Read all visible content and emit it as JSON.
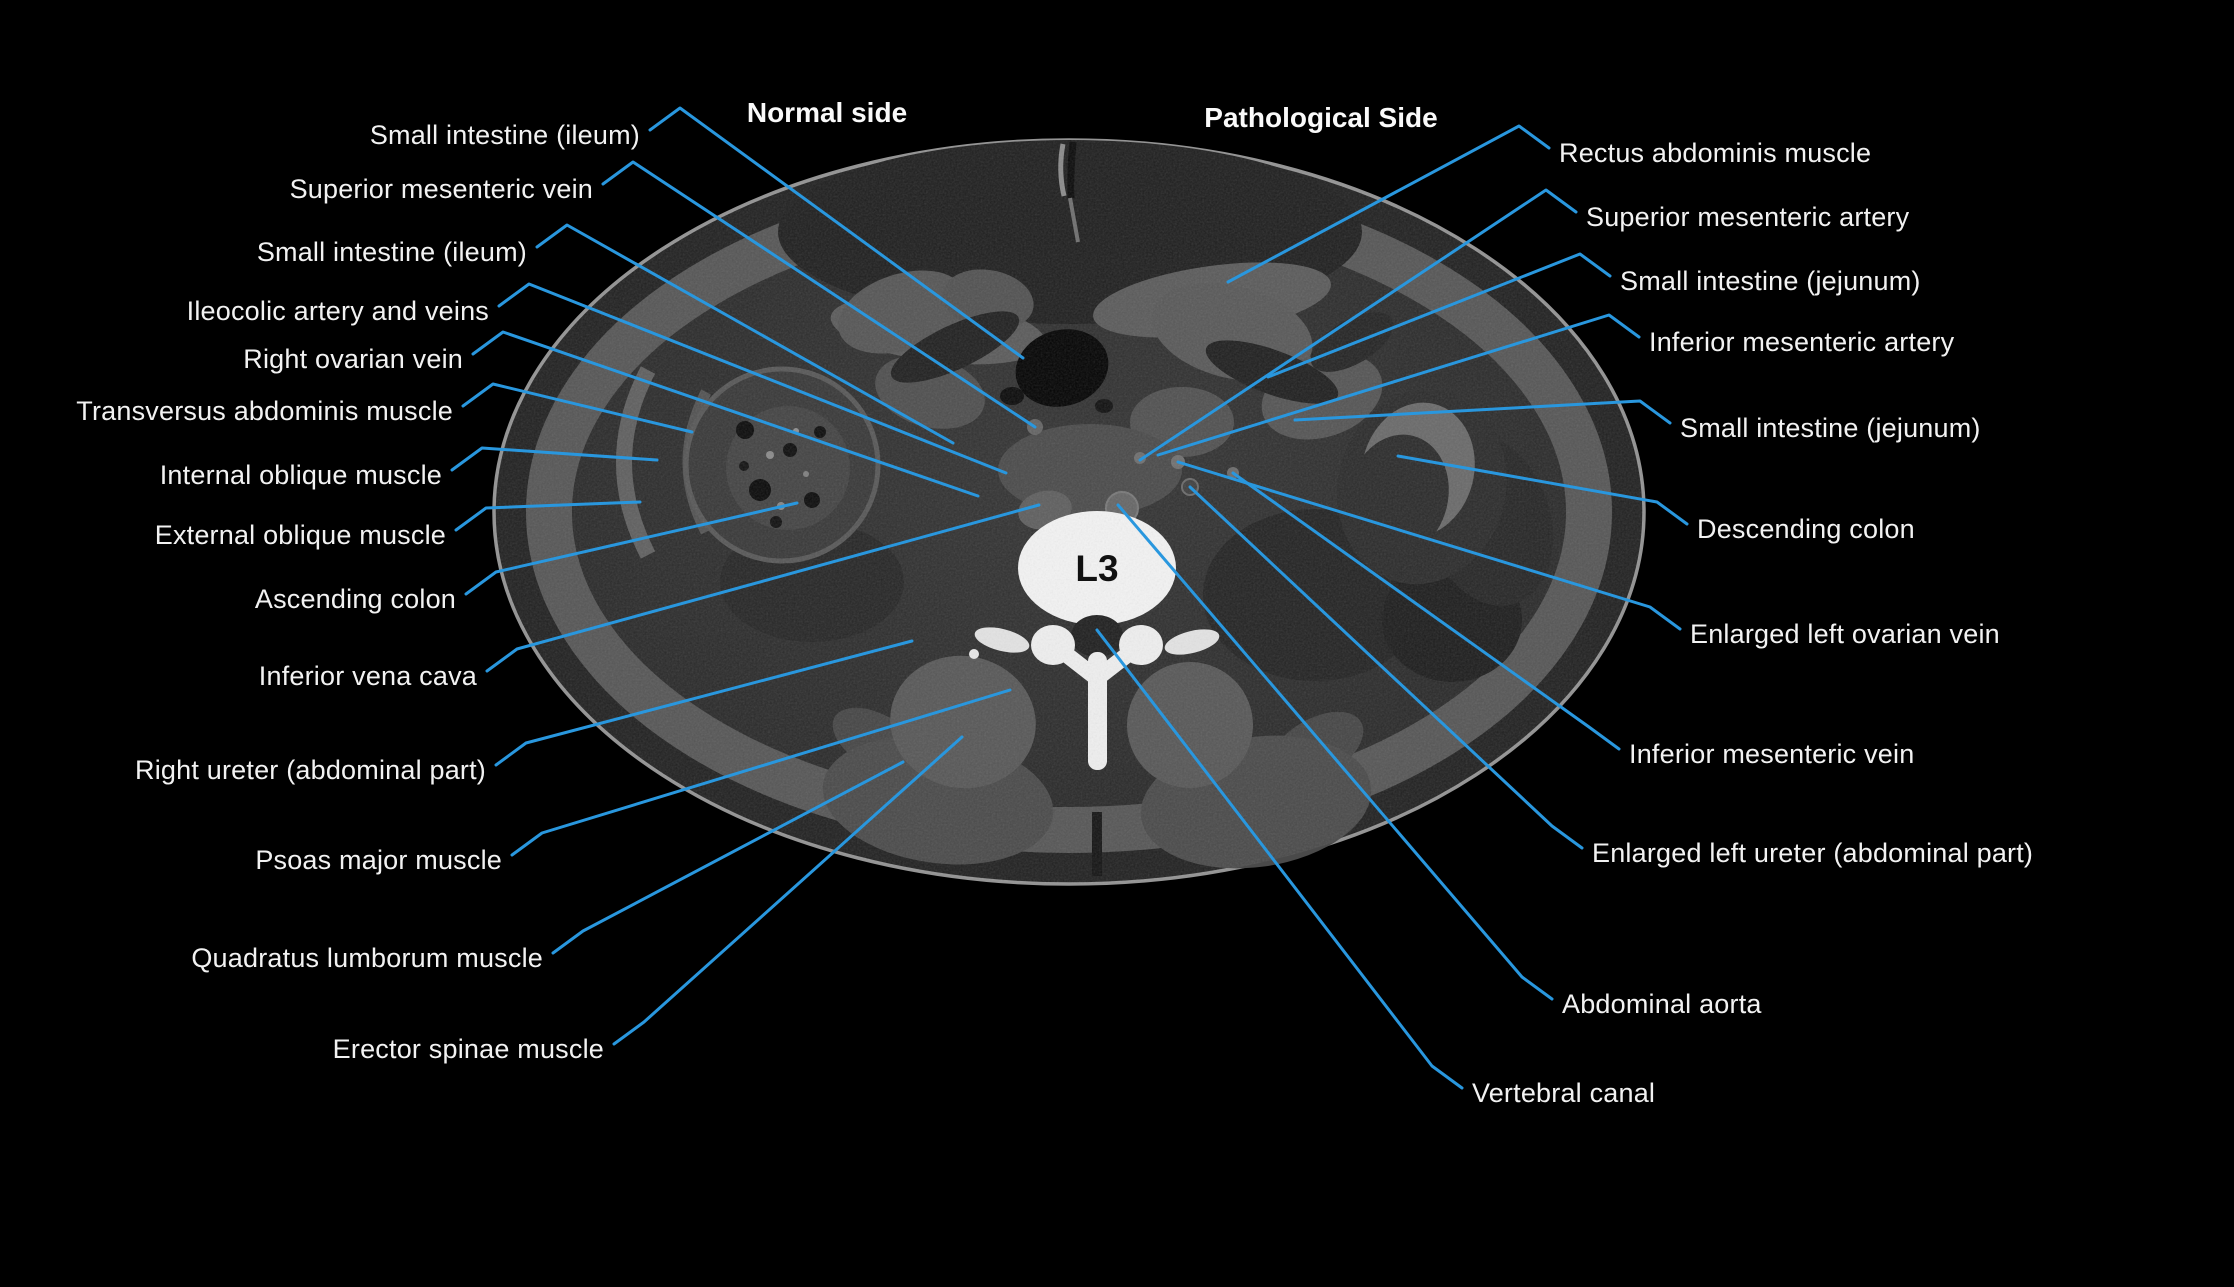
{
  "figure": {
    "description": "Axial abdominal CT at L3 level with anatomical annotations",
    "vertebra_label": "L3"
  },
  "headers": {
    "left": "Normal side",
    "right": "Pathological Side"
  },
  "colors": {
    "background": "#000000",
    "leader_line": "#2997DE",
    "label_text": "#F2F2F2",
    "header_text": "#FAFAFA",
    "bone": "#F3F3F3"
  },
  "labels": {
    "left": [
      {
        "text": "Small intestine (ileum)"
      },
      {
        "text": "Superior mesenteric vein"
      },
      {
        "text": "Small intestine (ileum)"
      },
      {
        "text": "Ileocolic artery and veins"
      },
      {
        "text": "Right ovarian vein"
      },
      {
        "text": "Transversus abdominis muscle"
      },
      {
        "text": "Internal oblique muscle"
      },
      {
        "text": "External oblique muscle"
      },
      {
        "text": "Ascending colon"
      },
      {
        "text": "Inferior vena cava"
      },
      {
        "text": "Right ureter (abdominal part)"
      },
      {
        "text": "Psoas major muscle"
      },
      {
        "text": "Quadratus lumborum muscle"
      },
      {
        "text": "Erector spinae muscle"
      }
    ],
    "right": [
      {
        "text": "Rectus abdominis muscle"
      },
      {
        "text": "Superior mesenteric artery"
      },
      {
        "text": "Small intestine (jejunum)"
      },
      {
        "text": "Inferior mesenteric artery"
      },
      {
        "text": "Small intestine (jejunum)"
      },
      {
        "text": "Descending colon"
      },
      {
        "text": "Enlarged left ovarian vein"
      },
      {
        "text": "Inferior mesenteric vein"
      },
      {
        "text": "Enlarged left ureter (abdominal part)"
      },
      {
        "text": "Abdominal aorta"
      },
      {
        "text": "Vertebral canal"
      }
    ]
  }
}
